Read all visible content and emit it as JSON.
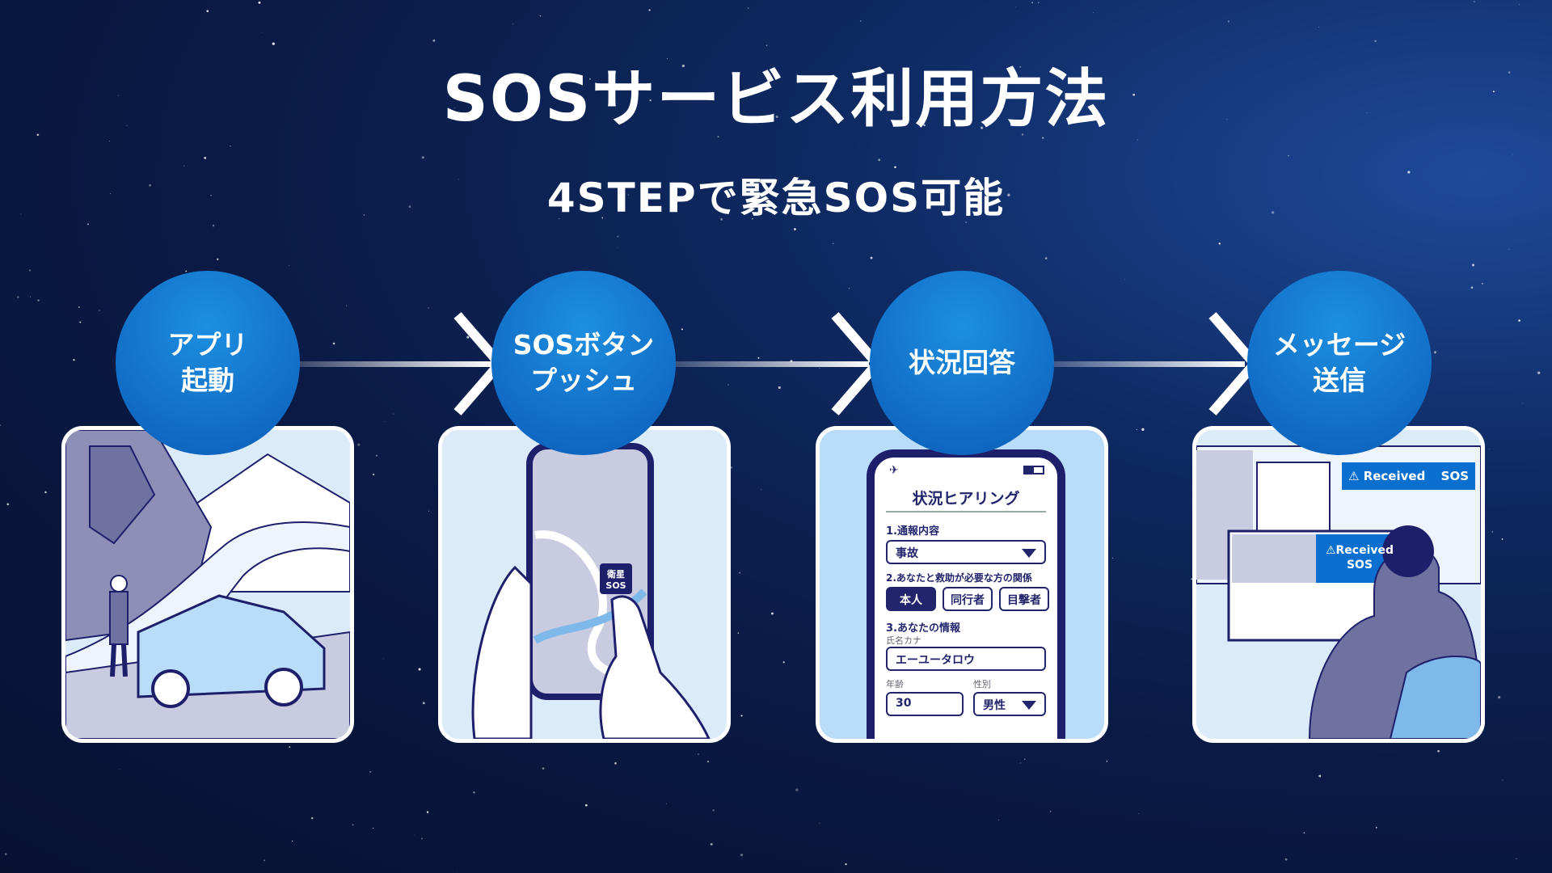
{
  "title": "SOSサービス利用方法",
  "subtitle": "4STEPで緊急SOS可能",
  "steps": [
    {
      "label": "アプリ\n起動"
    },
    {
      "label": "SOSボタン\nプッシュ",
      "button_text": "衛星\nSOS"
    },
    {
      "label": "状況回答"
    },
    {
      "label": "メッセージ\n送信",
      "banner1": "Received",
      "banner1_sos": "SOS",
      "banner2": "Received\nSOS"
    }
  ],
  "form": {
    "title": "状況ヒアリング",
    "q1": "1.通報内容",
    "q1_value": "事故",
    "q2": "2.あなたと救助が必要な方の関係",
    "options": [
      "本人",
      "同行者",
      "目撃者"
    ],
    "q3": "3.あなたの情報",
    "name_label": "氏名カナ",
    "name_value": "エーユータロウ",
    "age_label": "年齢",
    "age_value": "30",
    "gender_label": "性別",
    "gender_value": "男性"
  },
  "colors": {
    "accent": "#0b6fd0",
    "navy": "#1d1f6b",
    "card_bg": "#b9dcf8"
  }
}
